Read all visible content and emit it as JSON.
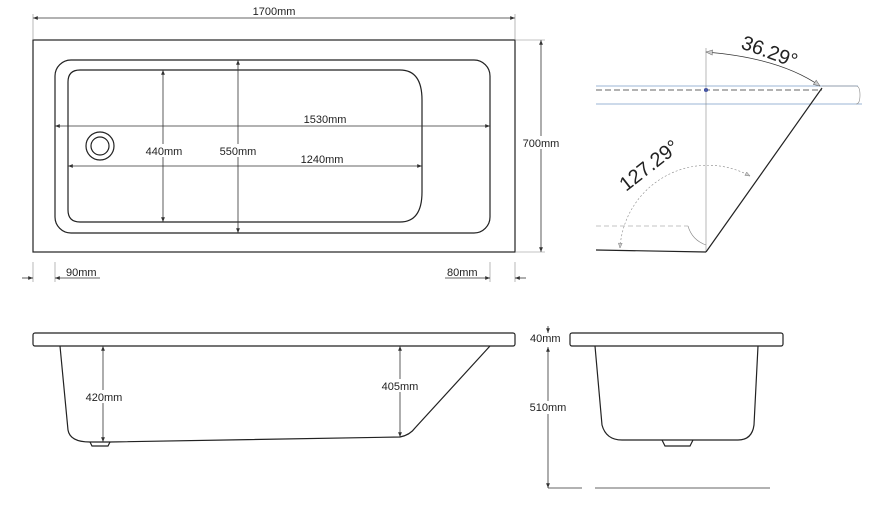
{
  "top_view": {
    "length": "1700mm",
    "width": "700mm",
    "inner_length": "1530mm",
    "basin_length": "1240mm",
    "basin_width": "440mm",
    "inner_width": "550mm",
    "left_rim": "90mm",
    "right_rim": "80mm"
  },
  "angle_view": {
    "top_angle": "36.29°",
    "bottom_angle": "127.29°"
  },
  "side_view": {
    "depth_left": "420mm",
    "depth_right": "405mm"
  },
  "end_view": {
    "rim_height": "40mm",
    "total_height": "510mm"
  }
}
